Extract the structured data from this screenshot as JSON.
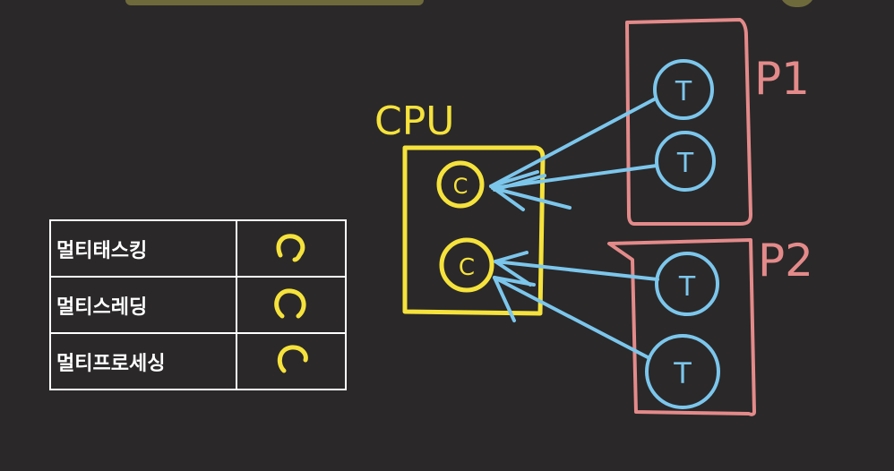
{
  "table": {
    "rows": [
      {
        "label": "멀티태스킹",
        "mark": "O"
      },
      {
        "label": "멀티스레딩",
        "mark": "O"
      },
      {
        "label": "멀티프로세싱",
        "mark": "O"
      }
    ]
  },
  "diagram": {
    "cpu_label": "CPU",
    "core_label": "C",
    "thread_label": "T",
    "process1_label": "P1",
    "process2_label": "P2"
  },
  "colors": {
    "background": "#2a2829",
    "cpu": "#f5e23c",
    "thread": "#7cc6ec",
    "process": "#e48a8a",
    "table": "#ffffff"
  }
}
